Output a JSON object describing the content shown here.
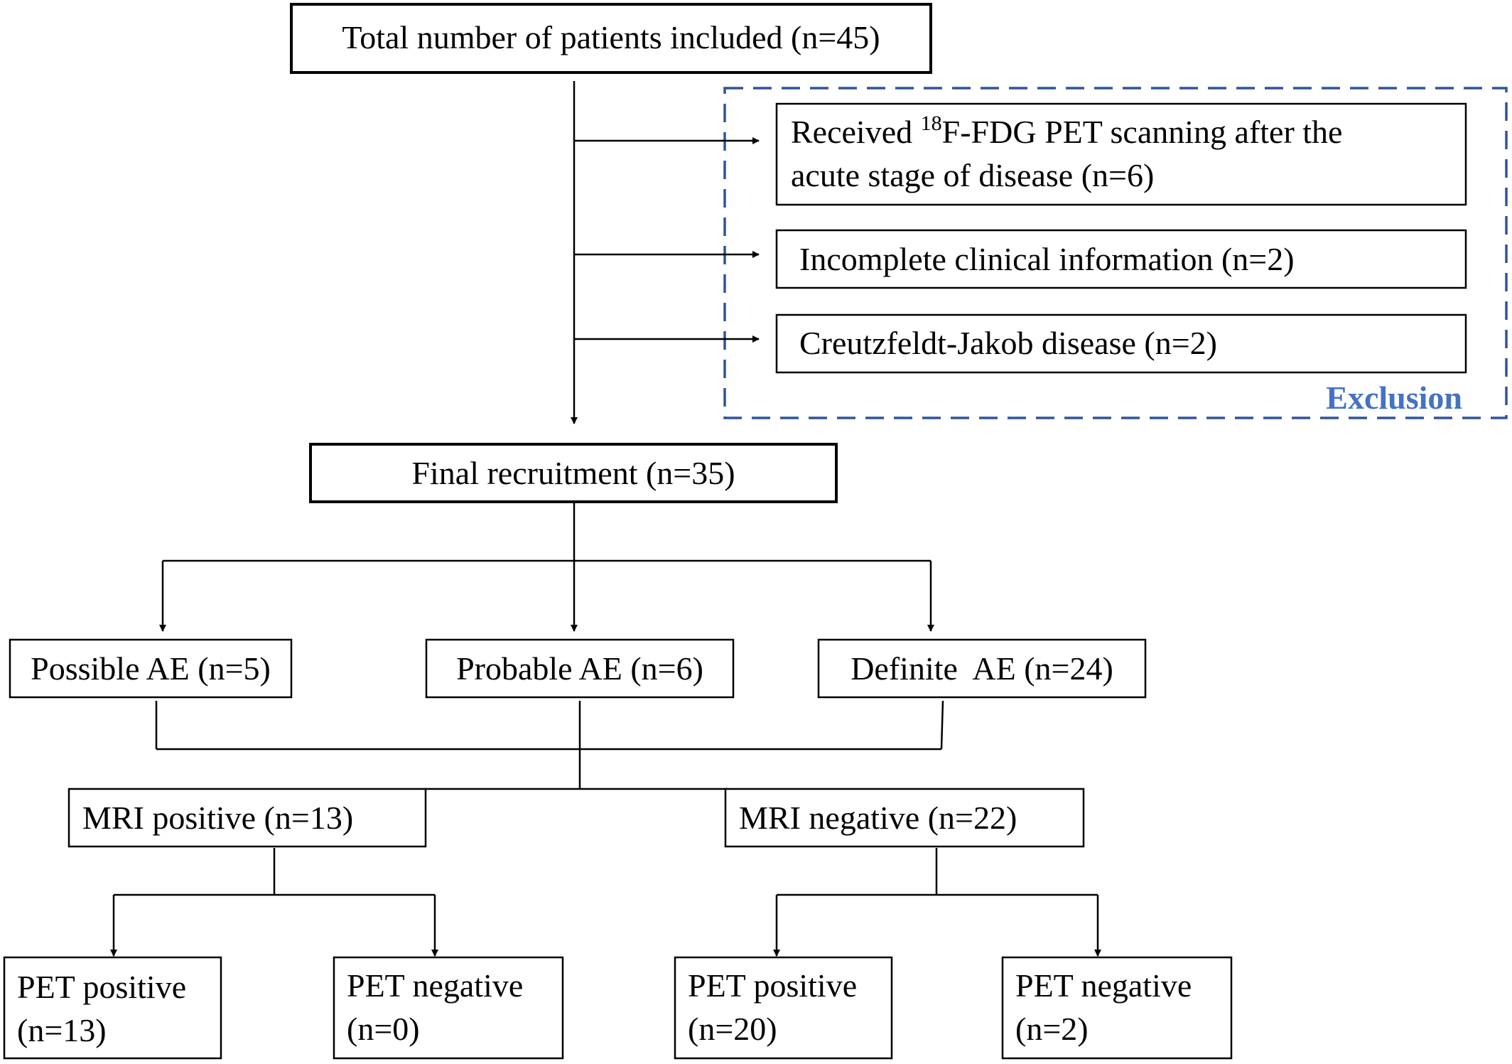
{
  "nodes": {
    "total": "Total number of patients included (n=45)",
    "exclusion_title": "Exclusion",
    "excl_pet_late_pre": "Received ",
    "excl_pet_late_sup": "18",
    "excl_pet_late_post": "F-FDG PET scanning after the",
    "excl_pet_late_line2": "acute stage of disease (n=6)",
    "excl_incomplete": "Incomplete clinical information (n=2)",
    "excl_cjd": "Creutzfeldt-Jakob disease (n=2)",
    "final": "Final recruitment (n=35)",
    "possible": "Possible AE (n=5)",
    "probable": "Probable AE (n=6)",
    "definite": "Definite  AE (n=24)",
    "mri_pos": "MRI positive (n=13)",
    "mri_neg": "MRI negative (n=22)",
    "mri_pos_pet_pos_l1": "PET positive",
    "mri_pos_pet_pos_l2": "(n=13)",
    "mri_pos_pet_neg_l1": "PET negative",
    "mri_pos_pet_neg_l2": "(n=0)",
    "mri_neg_pet_pos_l1": "PET positive",
    "mri_neg_pet_pos_l2": "(n=20)",
    "mri_neg_pet_neg_l1": "PET negative",
    "mri_neg_pet_neg_l2": "(n=2)"
  },
  "colors": {
    "exclusion_border": "#2f5597",
    "exclusion_text": "#4472c4"
  }
}
